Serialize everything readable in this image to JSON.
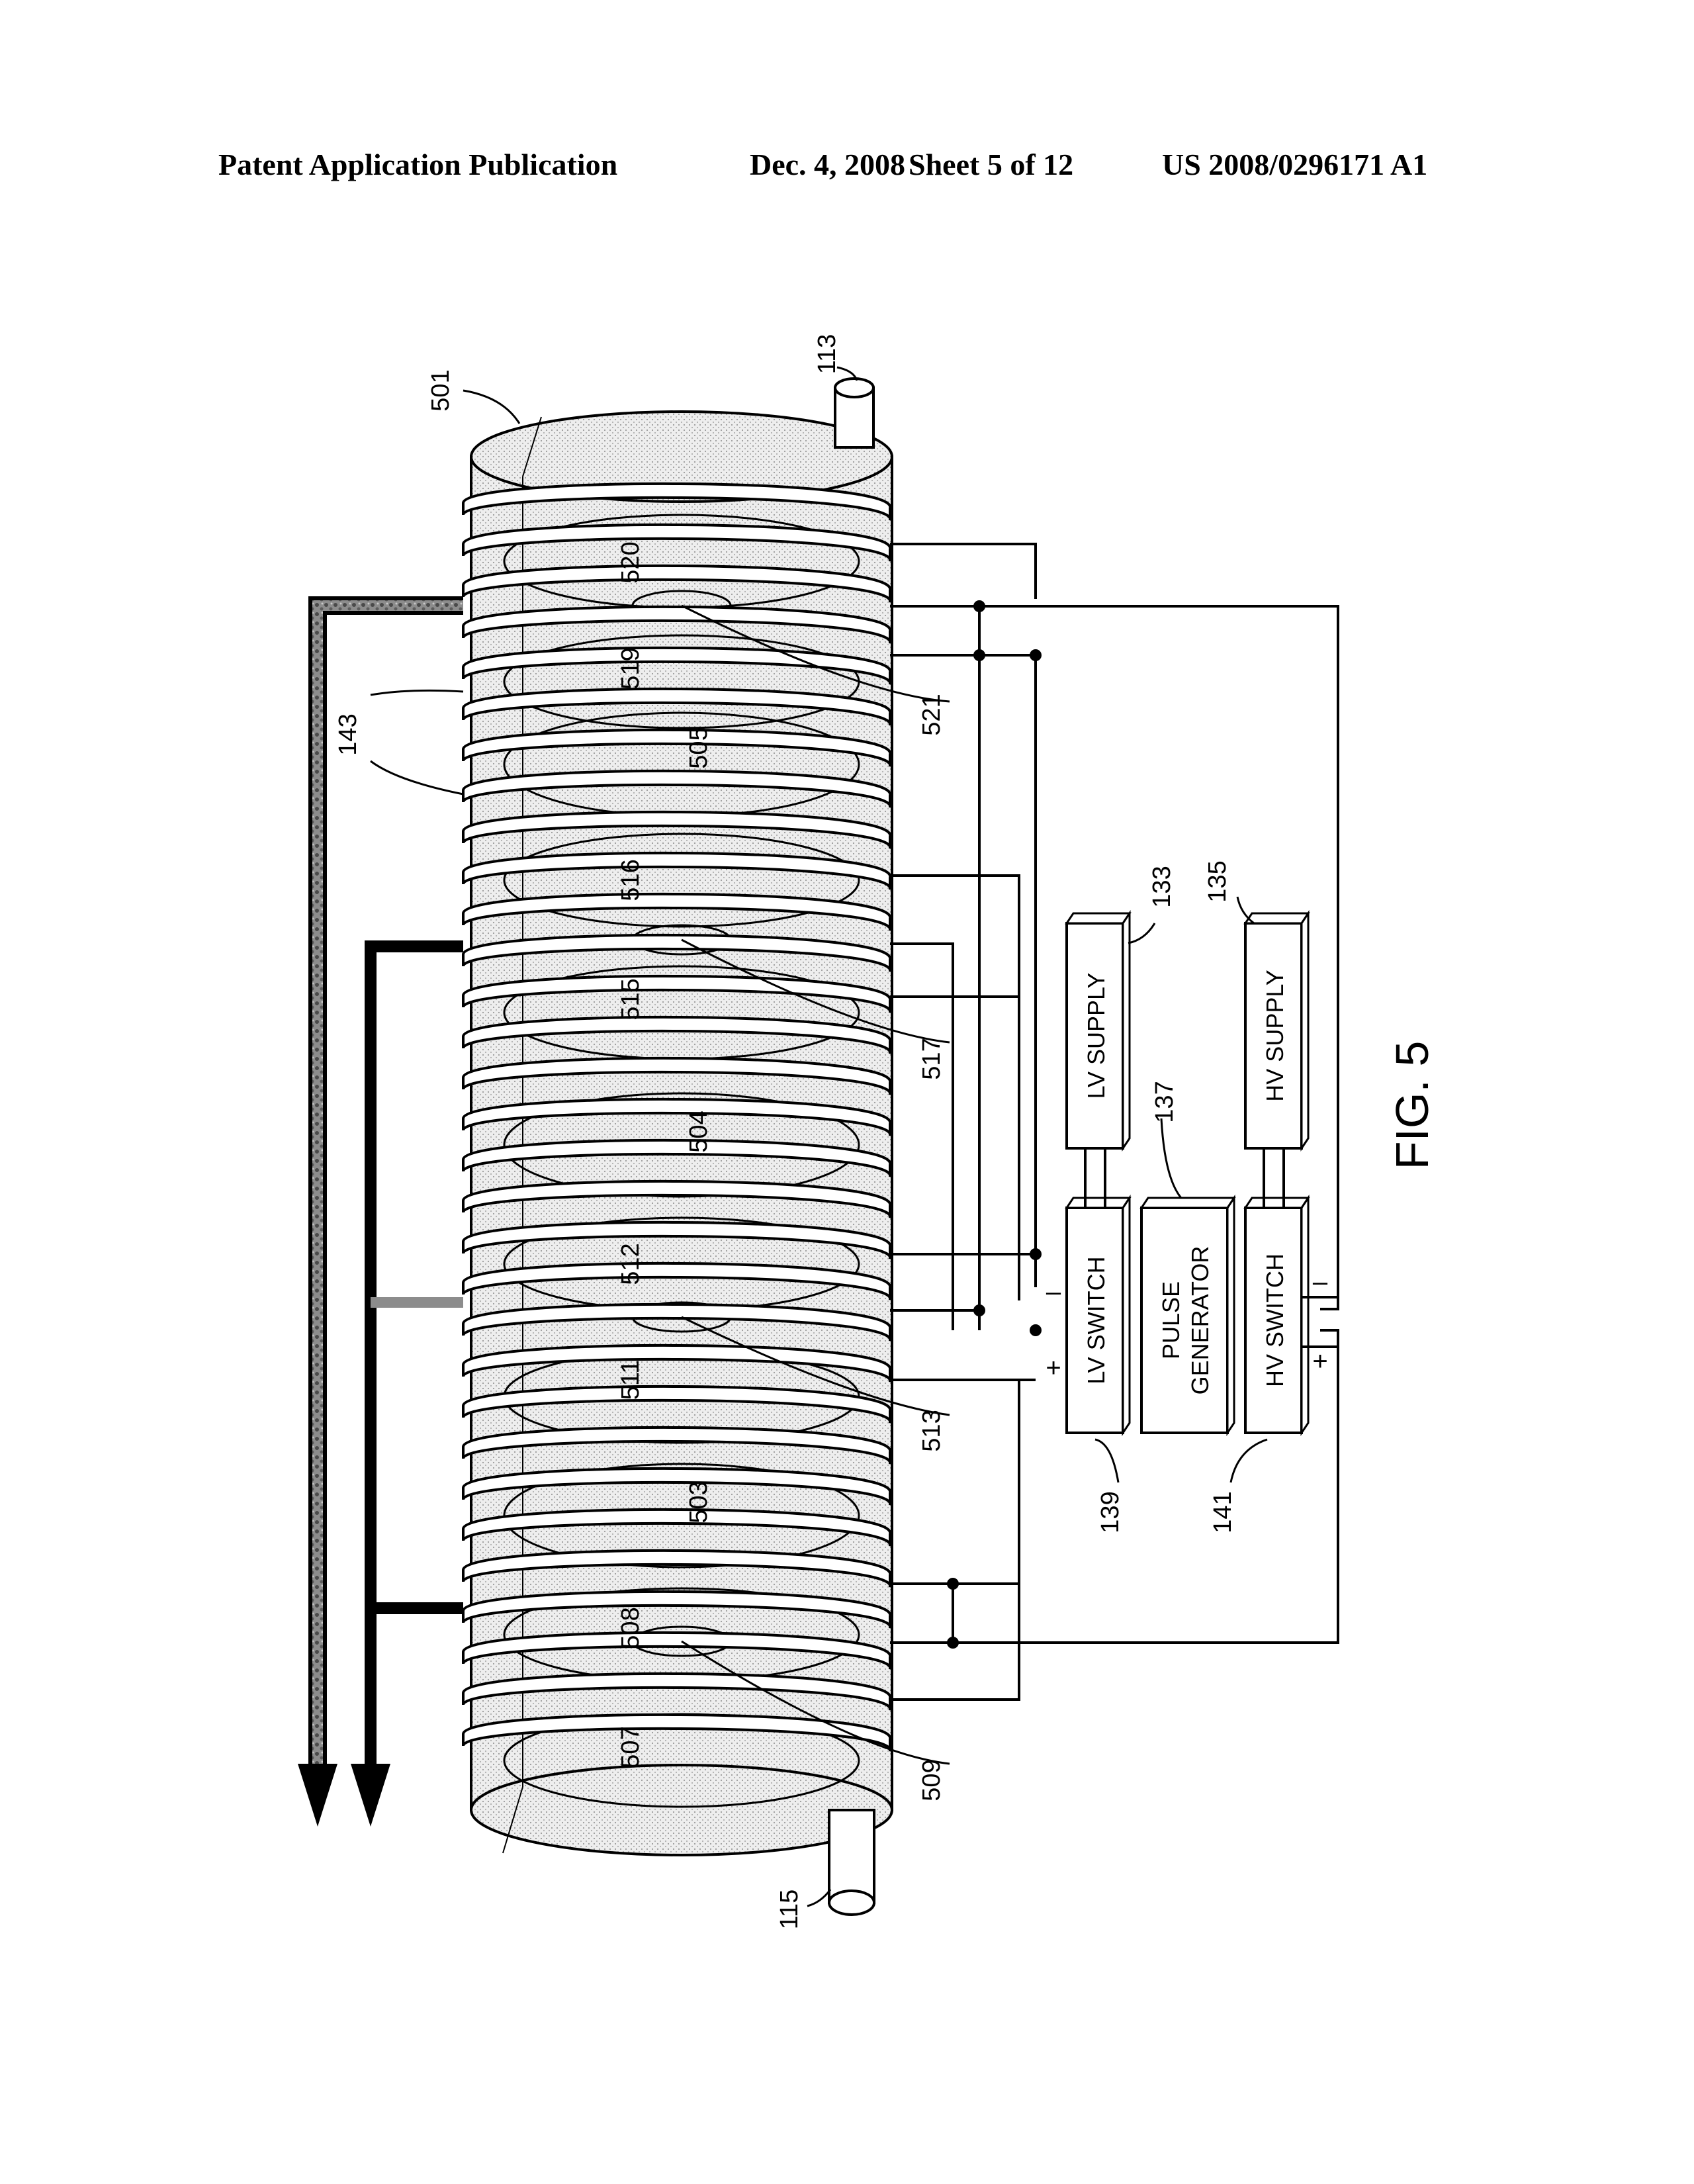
{
  "header": {
    "publication": "Patent Application Publication",
    "date": "Dec. 4, 2008",
    "sheet": "Sheet 5 of 12",
    "number": "US 2008/0296171 A1"
  },
  "figure": {
    "caption": "FIG. 5",
    "chamber_refs": {
      "tube": "501",
      "end_top": "113",
      "end_bottom": "115",
      "coil": "143",
      "stages": [
        "505",
        "504",
        "503"
      ],
      "segments": [
        "520",
        "519",
        "516",
        "515",
        "512",
        "511",
        "508",
        "507"
      ],
      "centers": [
        "521",
        "517",
        "513",
        "509"
      ]
    },
    "circuit": {
      "lv_supply": {
        "label": "LV SUPPLY",
        "ref": "133"
      },
      "hv_supply": {
        "label": "HV SUPPLY",
        "ref": "135"
      },
      "pulse_generator": {
        "line1": "PULSE",
        "line2": "GENERATOR",
        "ref": "137"
      },
      "lv_switch": {
        "label": "LV SWITCH",
        "ref": "139",
        "minus": "–",
        "plus": "+"
      },
      "hv_switch": {
        "label": "HV SWITCH",
        "ref": "141",
        "minus": "–",
        "plus": "+"
      }
    }
  }
}
